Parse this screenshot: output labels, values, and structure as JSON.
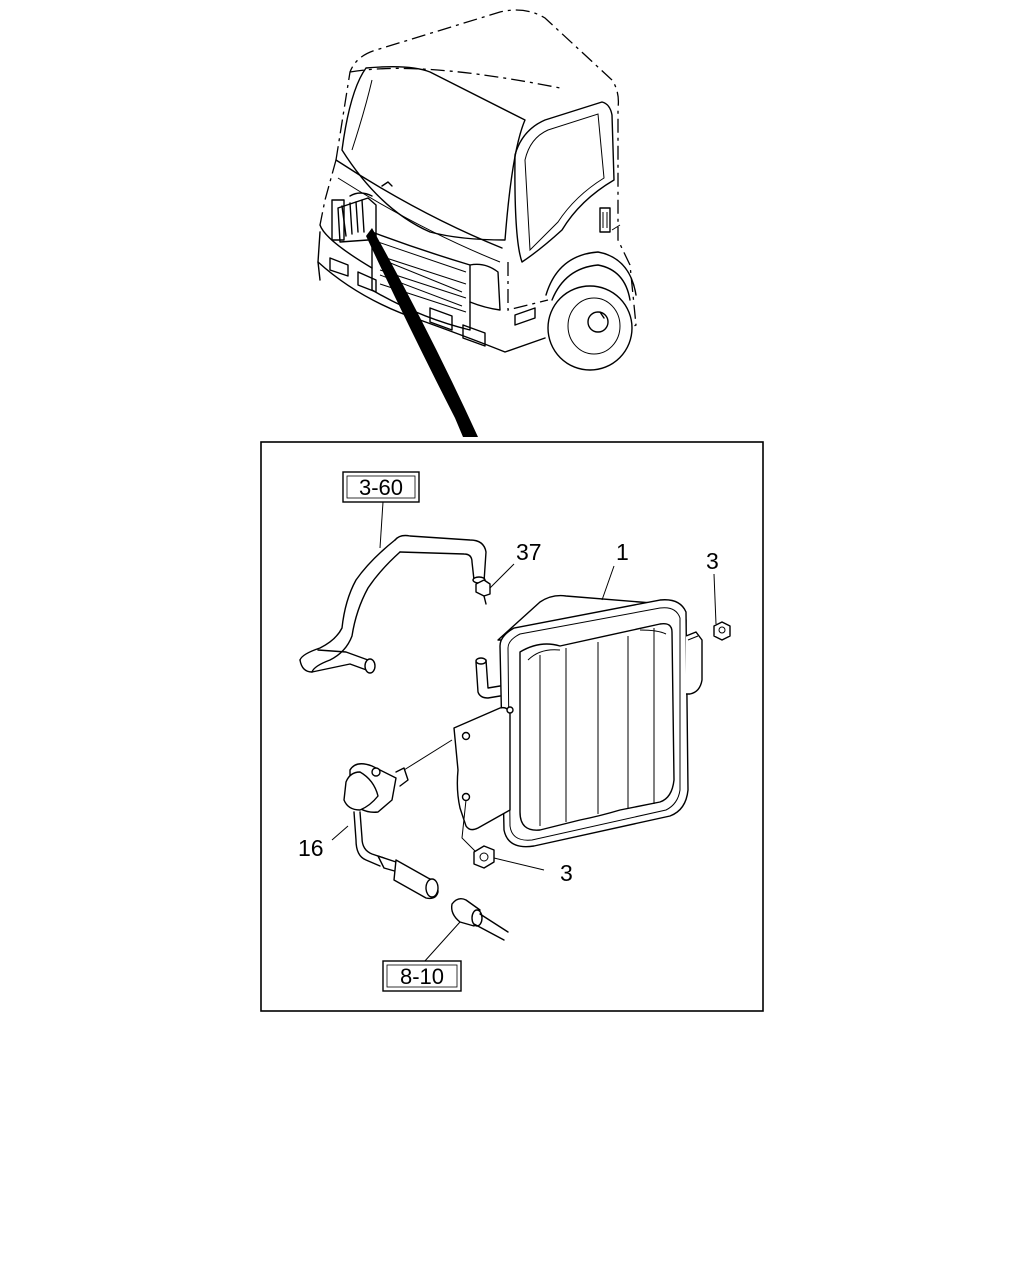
{
  "diagram": {
    "callouts": {
      "part_1": "1",
      "part_3_upper": "3",
      "part_3_lower": "3",
      "part_16": "16",
      "part_37": "37"
    },
    "references": {
      "ref_hose": "3-60",
      "ref_harness": "8-10"
    }
  }
}
